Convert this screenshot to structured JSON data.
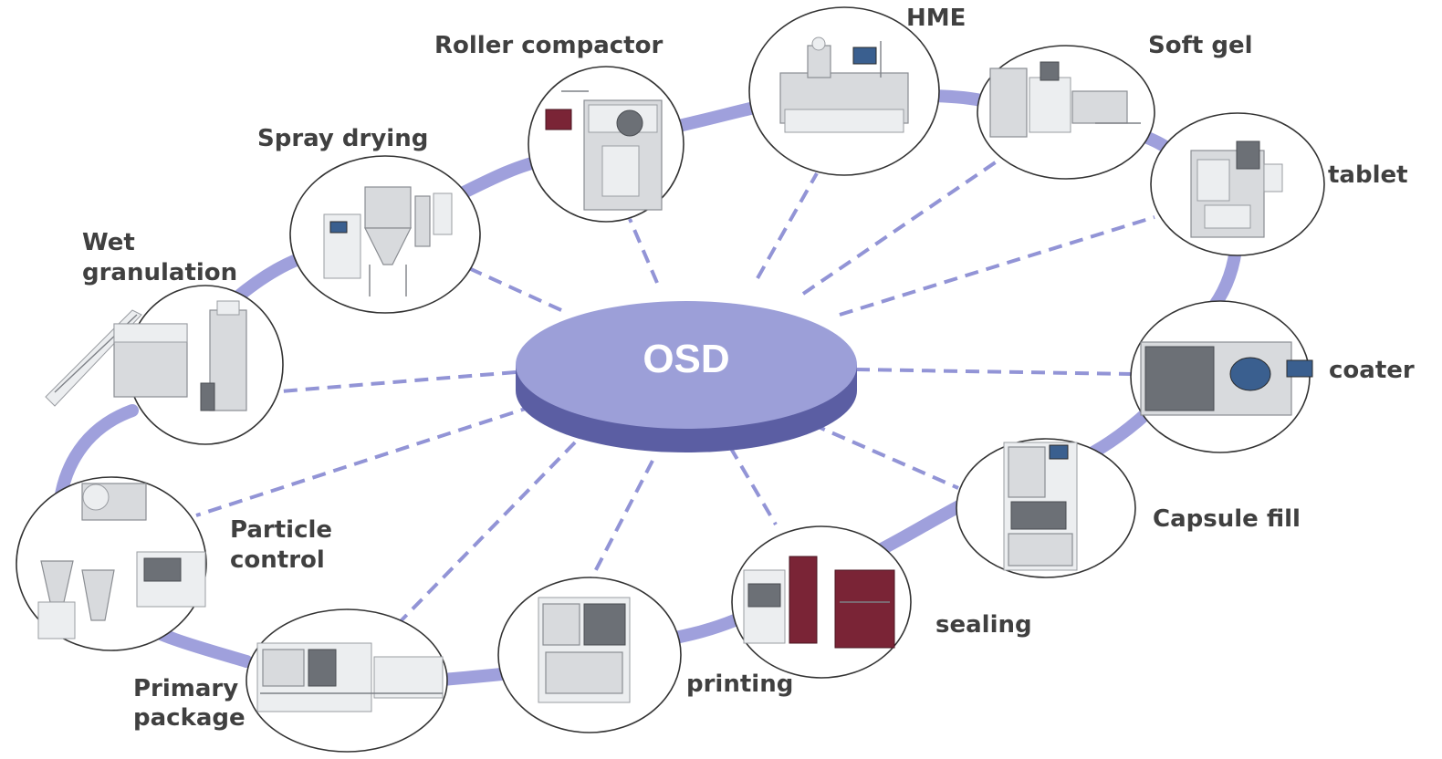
{
  "center": {
    "label": "OSD"
  },
  "colors": {
    "accent": "#9fa0dc",
    "hub_top": "#9c9fd8",
    "hub_side": "#5b5ea3",
    "label_text": "#404040"
  },
  "nodes": [
    {
      "id": "wet-granulation",
      "label_lines": [
        "Wet",
        "granulation"
      ],
      "icon": "granulator-and-fluid-bed-dryer-icon"
    },
    {
      "id": "spray-drying",
      "label_lines": [
        "Spray drying"
      ],
      "icon": "spray-dryer-icon"
    },
    {
      "id": "roller-compactor",
      "label_lines": [
        "Roller compactor"
      ],
      "icon": "roller-compactor-icon"
    },
    {
      "id": "hme",
      "label_lines": [
        "HME"
      ],
      "icon": "hot-melt-extruder-icon"
    },
    {
      "id": "soft-gel",
      "label_lines": [
        "Soft gel"
      ],
      "icon": "soft-gel-machine-icon"
    },
    {
      "id": "tablet",
      "label_lines": [
        "tablet"
      ],
      "icon": "tablet-press-icon"
    },
    {
      "id": "coater",
      "label_lines": [
        "coater"
      ],
      "icon": "coater-icon"
    },
    {
      "id": "capsule-fill",
      "label_lines": [
        "Capsule fill"
      ],
      "icon": "capsule-filler-icon"
    },
    {
      "id": "sealing",
      "label_lines": [
        "sealing"
      ],
      "icon": "sealing-machine-icon"
    },
    {
      "id": "printing",
      "label_lines": [
        "printing"
      ],
      "icon": "printing-machine-icon"
    },
    {
      "id": "primary-package",
      "label_lines": [
        "Primary",
        "package"
      ],
      "icon": "blister-packaging-line-icon"
    },
    {
      "id": "particle-control",
      "label_lines": [
        "Particle",
        "control"
      ],
      "icon": "mill-and-sieve-icon"
    }
  ]
}
